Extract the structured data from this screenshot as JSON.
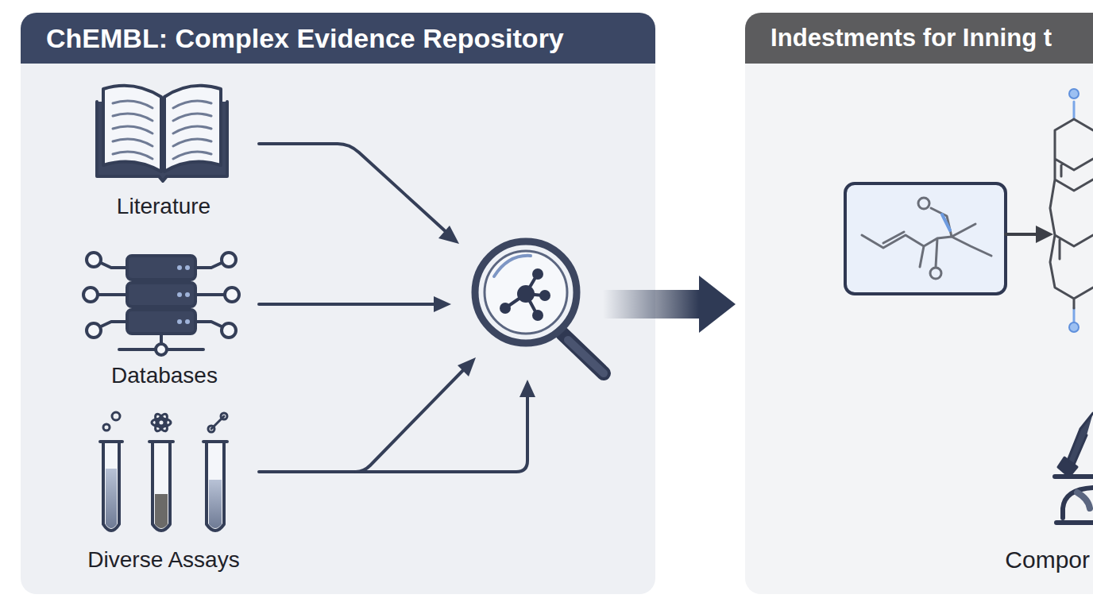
{
  "diagram": {
    "nodes": [
      {
        "text": [
          "ChEMBL: Complex Evidence Repository"
        ]
      },
      {
        "text": [
          "Indestments for Inning t",
          "Compor"
        ]
      }
    ],
    "edges": [
      {
        "from": 0,
        "to": 1,
        "arrow": "to"
      }
    ],
    "labels": [
      "Literature",
      "Databases",
      "Diverse Assays"
    ]
  }
}
